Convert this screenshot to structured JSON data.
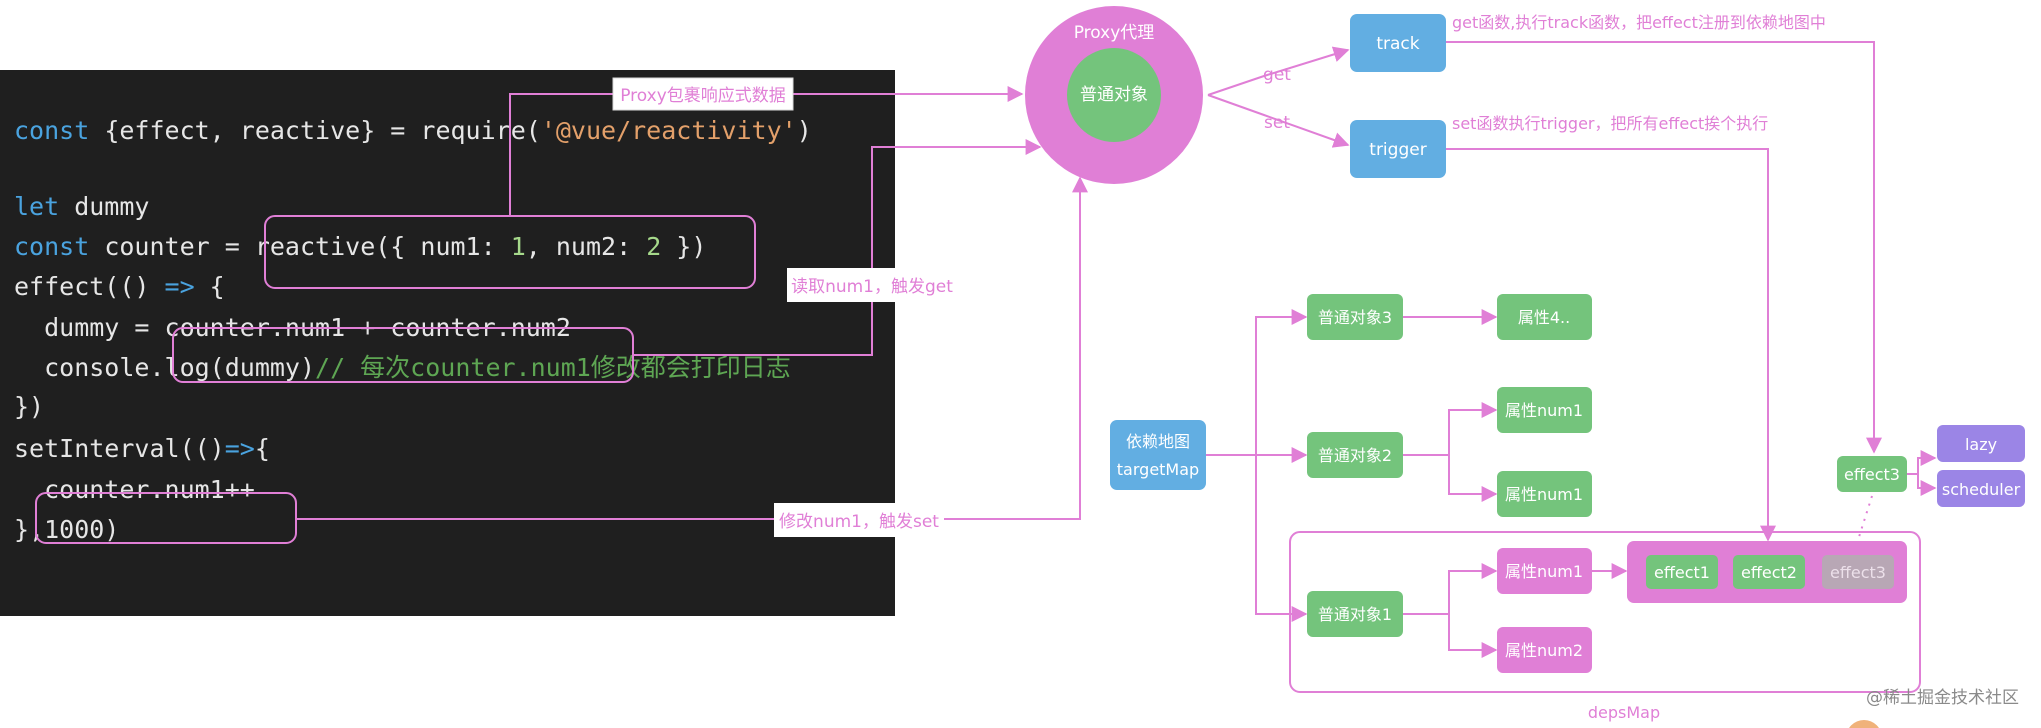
{
  "code": {
    "line1": {
      "kw": "const",
      "text": " {effect, reactive} = require(",
      "str": "'@vue/reactivity'",
      "end": ")"
    },
    "line2": {
      "kw": "let",
      "text": " dummy"
    },
    "line3": {
      "kw": "const",
      "text": " counter = reactive({ num1: ",
      "n1": "1",
      "mid": ", num2: ",
      "n2": "2",
      "end": " })"
    },
    "line4": {
      "text": "effect(() ",
      "op": "=>",
      "end": " {"
    },
    "line5": {
      "text": "  dummy = counter.num1 + counter.num2"
    },
    "line6": {
      "text": "  console.log(dummy)",
      "cmt": "// 每次counter.num1修改都会打印日志"
    },
    "line7": {
      "text": "})"
    },
    "line8": {
      "text": "setInterval(()",
      "op": "=>",
      "end": "{"
    },
    "line9": {
      "text": "  counter.num1++"
    },
    "line10": {
      "text": "},1000)"
    }
  },
  "callouts": {
    "proxy_wrap": "Proxy包裹响应式数据",
    "read_num1": "读取num1，触发get",
    "modify_num1": "修改num1，触发set"
  },
  "proxy": {
    "title": "Proxy代理",
    "inner": "普通对象",
    "get": "get",
    "set": "set"
  },
  "track": {
    "label": "track",
    "desc": "get函数,执行track函数，把effect注册到依赖地图中"
  },
  "trigger": {
    "label": "trigger",
    "desc": "set函数执行trigger，把所有effect挨个执行"
  },
  "targetmap": {
    "line1": "依赖地图",
    "line2": "targetMap"
  },
  "objects": {
    "obj3": "普通对象3",
    "obj2": "普通对象2",
    "obj1": "普通对象1"
  },
  "props": {
    "prop4": "属性4..",
    "prop_num1_a": "属性num1",
    "prop_num1_b": "属性num1",
    "prop_num1_c": "属性num1",
    "prop_num2": "属性num2"
  },
  "effects": {
    "e1": "effect1",
    "e2": "effect2",
    "e3_faded": "effect3",
    "e3": "effect3",
    "lazy": "lazy",
    "scheduler": "scheduler"
  },
  "depsmap": "depsMap",
  "watermark": "@稀土掘金技术社区",
  "colors": {
    "pink": "#e07fd6",
    "green": "#74c47c",
    "blue": "#62aee2",
    "purple": "#9b85e6",
    "code_bg": "#1f1f1f"
  }
}
